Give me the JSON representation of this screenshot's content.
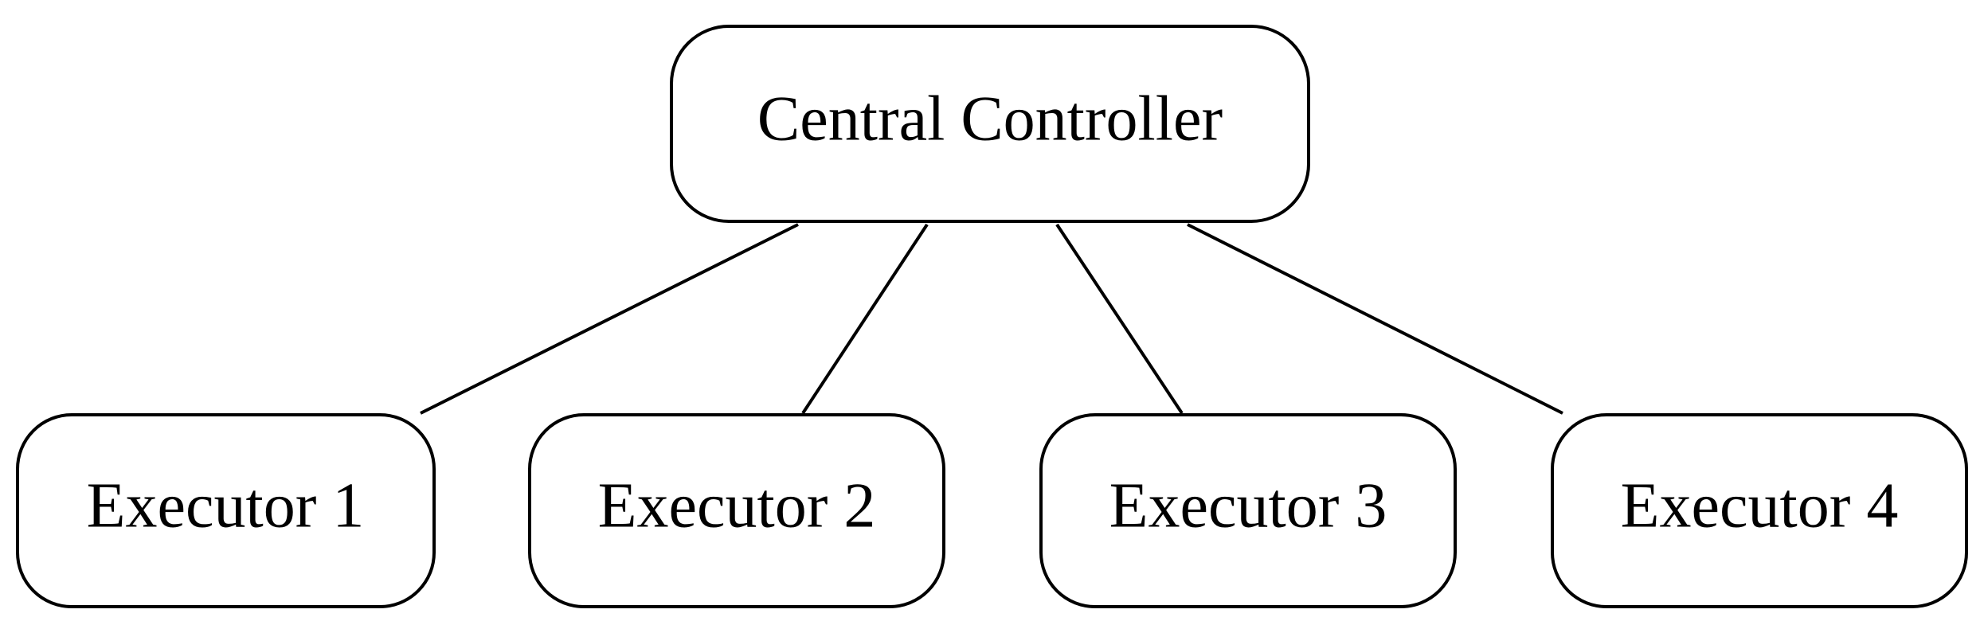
{
  "diagram": {
    "root": {
      "label": "Central Controller"
    },
    "children": [
      {
        "label": "Executor 1"
      },
      {
        "label": "Executor 2"
      },
      {
        "label": "Executor 3"
      },
      {
        "label": "Executor 4"
      }
    ],
    "edges": [
      {
        "from": "Central Controller",
        "to": "Executor 1"
      },
      {
        "from": "Central Controller",
        "to": "Executor 2"
      },
      {
        "from": "Central Controller",
        "to": "Executor 3"
      },
      {
        "from": "Central Controller",
        "to": "Executor 4"
      }
    ],
    "colors": {
      "stroke": "#000000",
      "fill": "#ffffff",
      "text": "#000000"
    }
  }
}
